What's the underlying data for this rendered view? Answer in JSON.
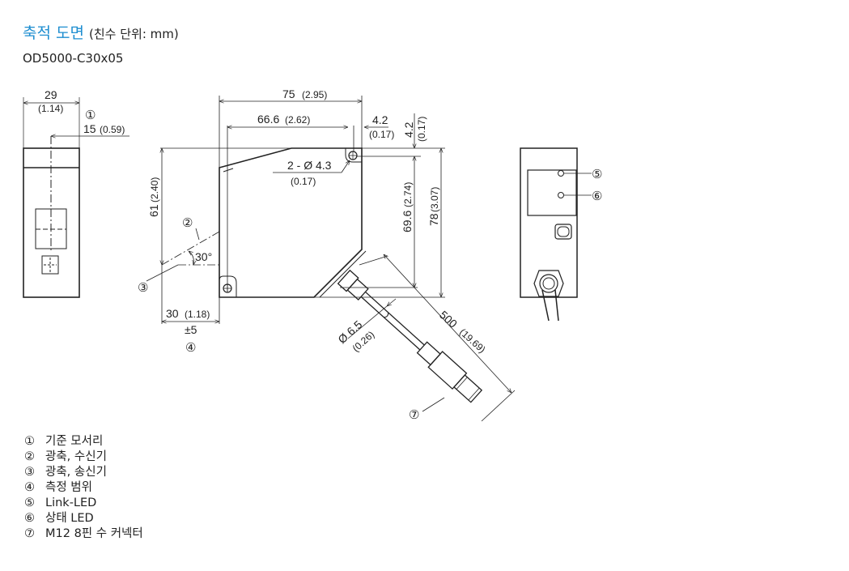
{
  "header": {
    "title": "축적 도면",
    "unit_note": "(친수 단위: mm)",
    "model": "OD5000-C30x05"
  },
  "dimensions": {
    "side_width": "29",
    "side_width_in": "(1.14)",
    "side_ref": "15",
    "side_ref_in": "(0.59)",
    "width": "75",
    "width_in": "(2.95)",
    "hole_spacing": "66.6",
    "hole_spacing_in": "(2.62)",
    "hole_offset_x": "4.2",
    "hole_offset_x_in": "(0.17)",
    "hole_offset_y": "4.2",
    "hole_offset_y_in": "(0.17)",
    "hole_dia": "2 - Ø 4.3",
    "hole_dia_in": "(0.17)",
    "axis_height": "61",
    "axis_height_in": "(2.40)",
    "hole_spacing_v": "69.6",
    "hole_spacing_v_in": "(2.74)",
    "height": "78",
    "height_in": "(3.07)",
    "angle": "30°",
    "range": "30",
    "range_in": "(1.18)",
    "range_tol": "±5",
    "cable_dia": "Ø 6.5",
    "cable_dia_in": "(0.26)",
    "cable_len": "500",
    "cable_len_in": "(19.69)"
  },
  "callouts": [
    "①",
    "②",
    "③",
    "④",
    "⑤",
    "⑥",
    "⑦"
  ],
  "legend": [
    {
      "num": "①",
      "label": "기준 모서리"
    },
    {
      "num": "②",
      "label": "광축, 수신기"
    },
    {
      "num": "③",
      "label": "광축, 송신기"
    },
    {
      "num": "④",
      "label": "측정 범위"
    },
    {
      "num": "⑤",
      "label": "Link-LED"
    },
    {
      "num": "⑥",
      "label": "상태 LED"
    },
    {
      "num": "⑦",
      "label": "M12 8핀 수 커넥터"
    }
  ]
}
